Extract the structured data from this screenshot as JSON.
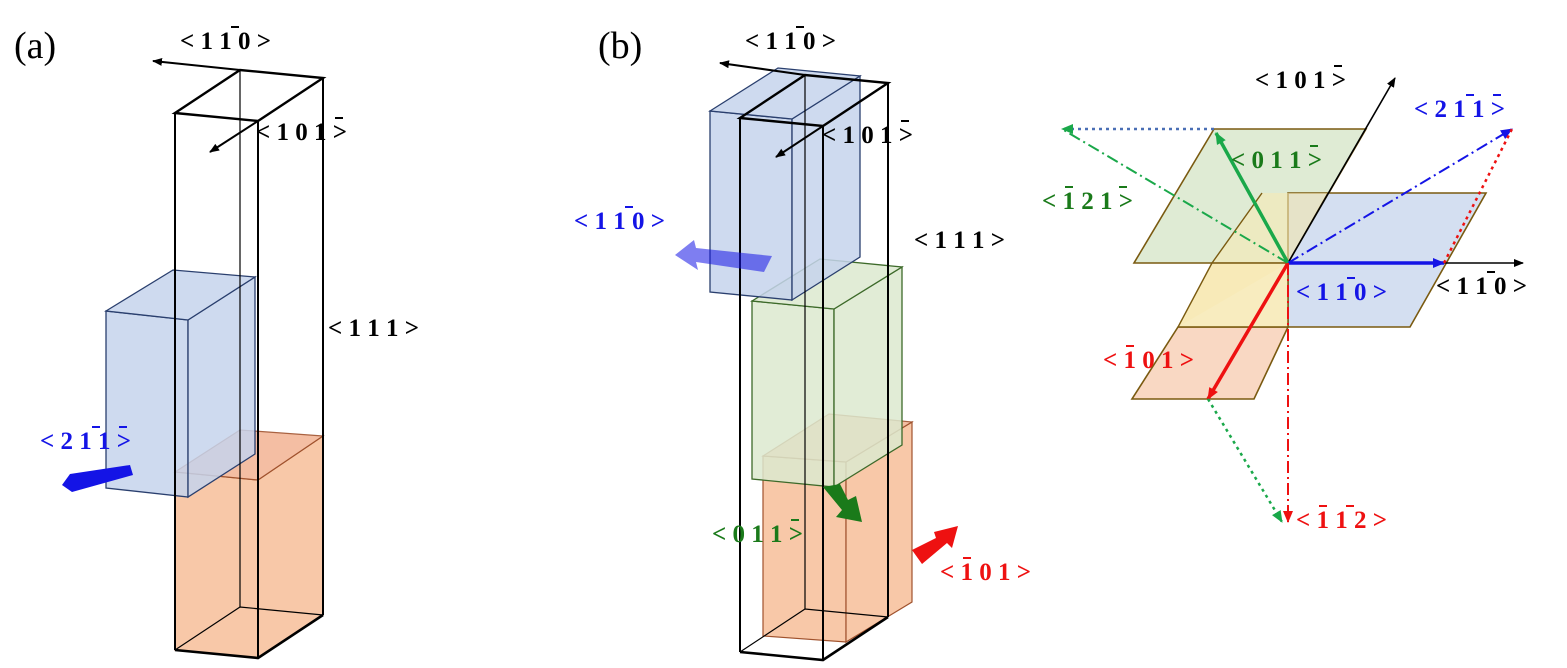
{
  "panels": {
    "a": "(a)",
    "b": "(b)"
  },
  "colors": {
    "black": "#000000",
    "blue": "#1414e6",
    "green": "#1a7a1a",
    "red": "#ee1111",
    "blue_fill": "#c5d4ec",
    "orange_fill": "#f8c8a8",
    "green_fill": "#dce9cf",
    "yellow_fill": "#f7e9b4",
    "plane_edge": "#7a5a10"
  },
  "directions": {
    "d_1m10": "< 1 1 0 >",
    "d_10m1": "< 1 0 1 >",
    "d_111": "< 1 1 1 >",
    "d_2m1m1": "< 2 1 1 >",
    "d_01m1": "< 0 1 1 >",
    "d_m101": "< 1 0 1 >",
    "d_m12m1": "< 1 2 1 >",
    "d_m1m12": "< 1 1 2 >"
  }
}
